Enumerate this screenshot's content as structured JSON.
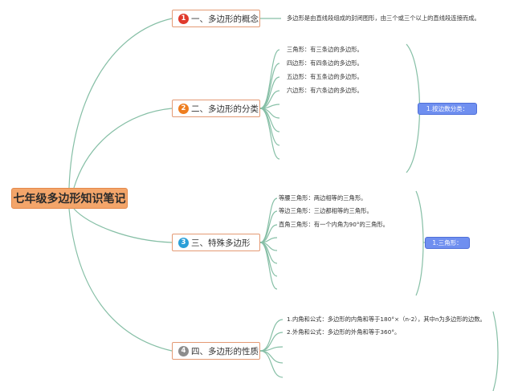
{
  "root": {
    "label": "七年级多边形知识笔记"
  },
  "branches": [
    {
      "index": "1",
      "badge_color": "#e0392b",
      "label": "一、多边形的概念",
      "details": [
        "多边形是由直线段组成的封闭图形，由三个或三个以上的直线段连接而成。"
      ]
    },
    {
      "index": "2",
      "badge_color": "#ee7d1e",
      "label": "二、多边形的分类",
      "details": [
        "三角形：有三条边的多边形。",
        "四边形：有四条边的多边形。",
        "五边形：有五条边的多边形。",
        "六边形：有六条边的多边形。"
      ],
      "summary": "1.按边数分类："
    },
    {
      "index": "3",
      "badge_color": "#2a9fd8",
      "label": "三、特殊多边形",
      "details": [
        "等腰三角形：两边相等的三角形。",
        "等边三角形：三边都相等的三角形。",
        "直角三角形：有一个内角为90°的三角形。"
      ],
      "summary": "1.三角形："
    },
    {
      "index": "4",
      "badge_color": "#8c8c8c",
      "label": "四、多边形的性质",
      "details": [
        "1.内角和公式：多边形的内角和等于180°×（n-2），其中n为多边形的边数。",
        "2.外角和公式：多边形的外角和等于360°。"
      ]
    }
  ],
  "colors": {
    "line": "#86bfa6",
    "root_fill": "#f3a56a",
    "branch_border": "#e49a74",
    "pill_fill": "#6f8ff0"
  }
}
